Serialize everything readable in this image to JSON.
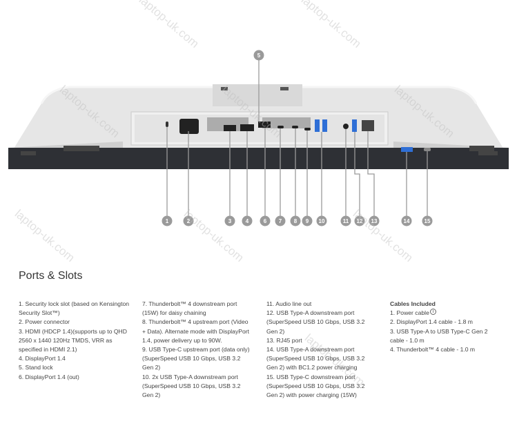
{
  "section_title": "Ports & Slots",
  "watermark": "laptop-uk.com",
  "callouts": [
    "1",
    "2",
    "3",
    "4",
    "5",
    "6",
    "7",
    "8",
    "9",
    "10",
    "11",
    "12",
    "13",
    "14",
    "15"
  ],
  "ports_col1": [
    "1. Security lock slot (based on Kensington Security Slot™)",
    "2. Power connector",
    "3. HDMI (HDCP 1.4)(supports up to QHD 2560 x 1440 120Hz TMDS, VRR as specified in HDMI 2.1)",
    "4. DisplayPort 1.4",
    "5. Stand lock",
    "6. DisplayPort 1.4 (out)"
  ],
  "ports_col2": [
    "7. Thunderbolt™ 4 downstream port (15W) for daisy chaining",
    "8. Thunderbolt™ 4 upstream port (Video + Data). Alternate mode with DisplayPort 1.4, power delivery up to 90W.",
    "9. USB Type-C upstream port (data only) (SuperSpeed USB 10 Gbps, USB 3.2 Gen 2)",
    "10. 2x USB Type-A downstream port (SuperSpeed USB 10 Gbps, USB 3.2 Gen 2)"
  ],
  "ports_col3": [
    "11. Audio line out",
    "12. USB Type-A downstream port (SuperSpeed USB 10 Gbps, USB 3.2 Gen 2)",
    "13. RJ45 port",
    "14. USB Type-A downstream port (SuperSpeed USB 10 Gbps, USB 3.2 Gen 2) with BC1.2 power charging",
    "15. USB Type-C downstream port (SuperSpeed USB 10 Gbps, USB 3.2 Gen 2) with power charging (15W)"
  ],
  "cables": {
    "heading": "Cables Included",
    "items": [
      "1. Power cable",
      "2. DisplayPort 1.4 cable - 1.8 m",
      "3. USB Type-A to USB Type-C Gen 2 cable - 1.0 m",
      "4. Thunderbolt™ 4 cable - 1.0 m"
    ],
    "info_icon": "ⓘ"
  },
  "colors": {
    "callout": "#9a9a9a",
    "body": "#e9e9e9",
    "bezel": "#2e3035",
    "usb_blue": "#2f6fd6"
  }
}
